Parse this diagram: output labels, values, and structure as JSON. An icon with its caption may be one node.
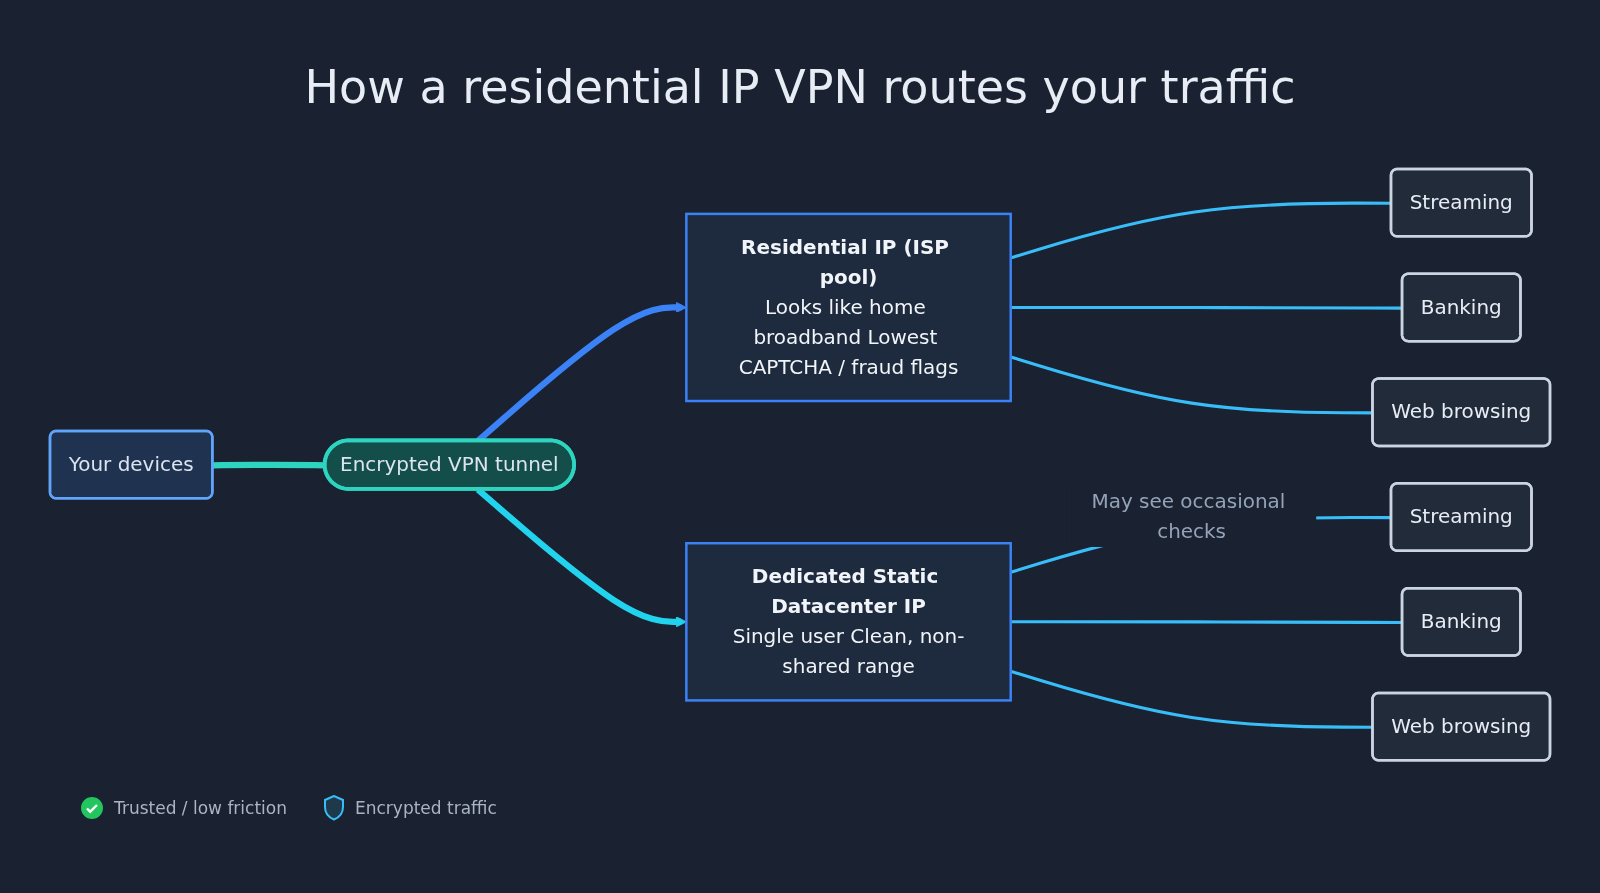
{
  "diagram": {
    "title": "How a residential IP VPN routes your traffic",
    "nodes": [
      {
        "text": [
          "Your devices"
        ]
      },
      {
        "text": [
          "Encrypted VPN tunnel"
        ]
      },
      {
        "text": [
          "Residential IP (ISP pool)",
          "Looks like home broadband Lowest CAPTCHA / fraud flags"
        ]
      },
      {
        "text": [
          "Dedicated Static Datacenter IP",
          "Single user Clean, non-shared range"
        ]
      },
      {
        "text": [
          "Streaming"
        ]
      },
      {
        "text": [
          "Banking"
        ]
      },
      {
        "text": [
          "Web browsing"
        ]
      },
      {
        "text": [
          "Streaming"
        ]
      },
      {
        "text": [
          "Banking"
        ]
      },
      {
        "text": [
          "Web browsing"
        ]
      }
    ],
    "edges": [
      {
        "from": 0,
        "to": 1,
        "arrow": "none",
        "style": "thick",
        "color": "#2dd4bf"
      },
      {
        "from": 1,
        "to": 2,
        "arrow": "to",
        "style": "thick",
        "color": "#3b82f6"
      },
      {
        "from": 1,
        "to": 3,
        "arrow": "to",
        "style": "thick",
        "color": "#22d3ee"
      },
      {
        "from": 2,
        "to": 4,
        "arrow": "none"
      },
      {
        "from": 2,
        "to": 5,
        "arrow": "none"
      },
      {
        "from": 2,
        "to": 6,
        "arrow": "none"
      },
      {
        "from": 3,
        "to": 7,
        "arrow": "none",
        "label": "May see occasional checks"
      },
      {
        "from": 3,
        "to": 8,
        "arrow": "none"
      },
      {
        "from": 3,
        "to": 9,
        "arrow": "none"
      }
    ],
    "legend": [
      {
        "text": "Trusted / low friction"
      },
      {
        "text": "Encrypted traffic"
      }
    ]
  }
}
